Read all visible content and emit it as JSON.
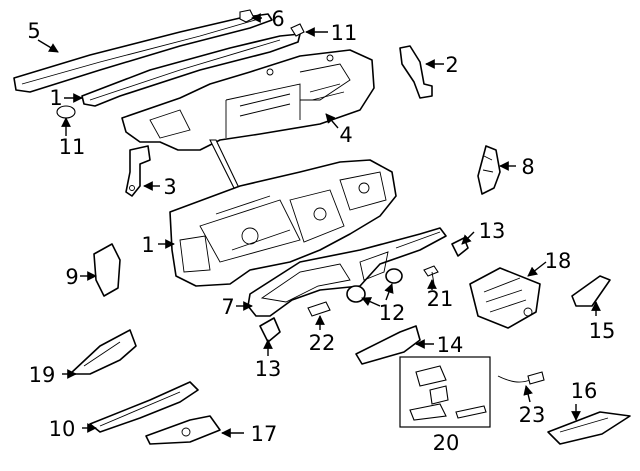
{
  "callouts": {
    "c1a": "1",
    "c1b": "1",
    "c2": "2",
    "c3": "3",
    "c4": "4",
    "c5": "5",
    "c6": "6",
    "c7": "7",
    "c8": "8",
    "c9": "9",
    "c10": "10",
    "c11a": "11",
    "c11b": "11",
    "c12": "12",
    "c13a": "13",
    "c13b": "13",
    "c14": "14",
    "c15": "15",
    "c16": "16",
    "c17": "17",
    "c18": "18",
    "c19": "19",
    "c20": "20",
    "c21": "21",
    "c22": "22",
    "c23": "23"
  },
  "colors": {
    "line": "#000000",
    "background": "#ffffff"
  }
}
